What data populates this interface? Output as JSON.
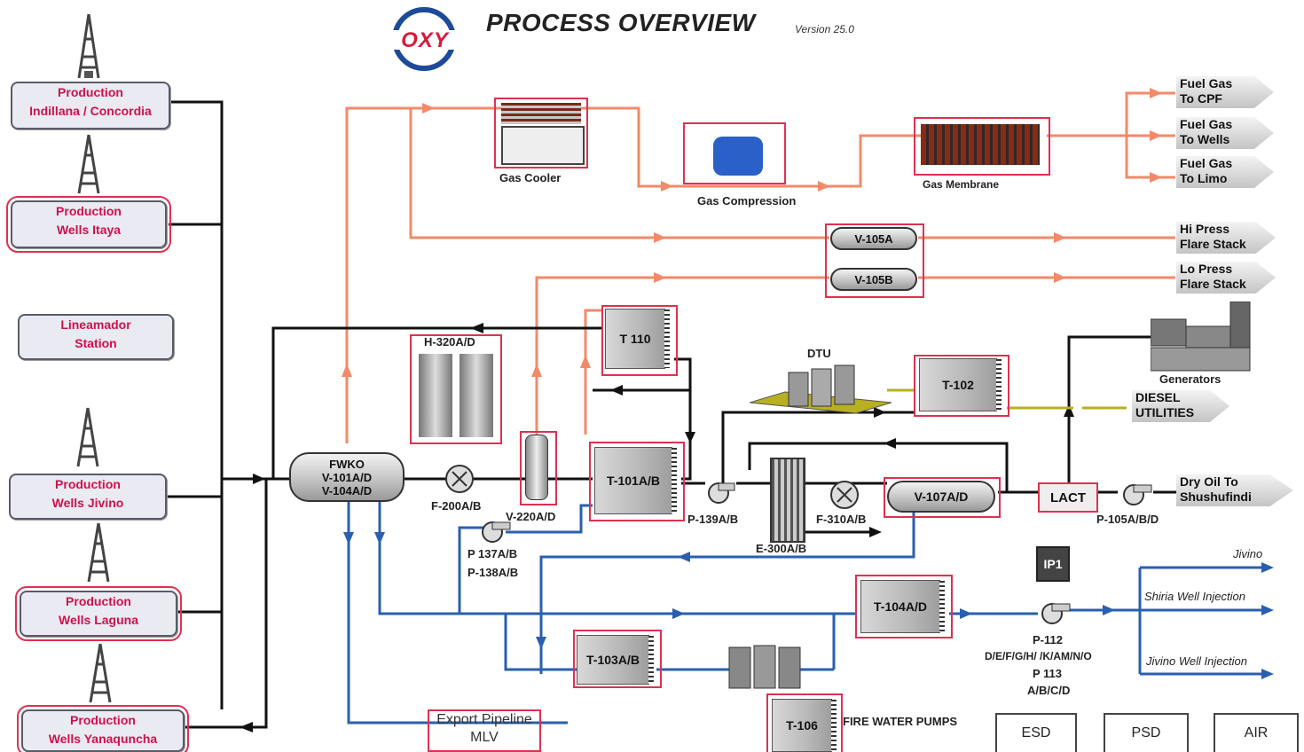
{
  "header": {
    "logo_text": "OXY",
    "title": "PROCESS OVERVIEW",
    "version": "Version 25.0"
  },
  "colors": {
    "gas_line": "#f28a6a",
    "oil_line": "#111111",
    "water_line": "#2a5fb0",
    "label_red": "#d0104c",
    "frame_red": "#e03050",
    "diesel_line": "#b8b020"
  },
  "production_sites": [
    {
      "line1": "Production",
      "line2": "Indillana / Concordia"
    },
    {
      "line1": "Production",
      "line2": "Wells Itaya"
    },
    {
      "line1": "Lineamador",
      "line2": "Station"
    },
    {
      "line1": "Production",
      "line2": "Wells Jivino"
    },
    {
      "line1": "Production",
      "line2": "Wells Laguna"
    },
    {
      "line1": "Production",
      "line2": "Wells Yanaquncha"
    }
  ],
  "equipment": {
    "gas_cooler": "Gas Cooler",
    "gas_compression": "Gas Compression",
    "gas_membrane": "Gas Membrane",
    "v105a": "V-105A",
    "v105b": "V-105B",
    "h320": "H-320A/D",
    "t110": "T 110",
    "dtu": "DTU",
    "t102": "T-102",
    "generators": "Generators",
    "fwko_1": "FWKO",
    "fwko_2": "V-101A/D",
    "fwko_3": "V-104A/D",
    "f200": "F-200A/B",
    "v220": "V-220A/D",
    "t101": "T-101A/B",
    "p139": "P-139A/B",
    "e300": "E-300A/B",
    "f310": "F-310A/B",
    "v107": "V-107A/D",
    "lact": "LACT",
    "p105": "P-105A/B/D",
    "p137": "P 137A/B",
    "p138": "P-138A/B",
    "t104": "T-104A/D",
    "p112_1": "P-112",
    "p112_2": "D/E/F/G/H/ /K/AM/N/O",
    "p113_1": "P 113",
    "p113_2": "A/B/C/D",
    "t103": "T-103A/B",
    "ip1": "IP1",
    "t106": "T-106",
    "fire_water": "FIRE WATER PUMPS"
  },
  "outputs": [
    {
      "line1": "Fuel Gas",
      "line2": "To CPF"
    },
    {
      "line1": "Fuel Gas",
      "line2": "To Wells"
    },
    {
      "line1": "Fuel Gas",
      "line2": "To Limo"
    },
    {
      "line1": "Hi Press",
      "line2": "Flare Stack"
    },
    {
      "line1": "Lo Press",
      "line2": "Flare Stack"
    },
    {
      "line1": "DIESEL",
      "line2": "UTILITIES"
    },
    {
      "line1": "Dry Oil To",
      "line2": "Shushufindi"
    }
  ],
  "water_outputs": [
    "Jivino",
    "Shiria Well Injection",
    "Jivino Well Injection"
  ],
  "export_pipeline": {
    "line1": "Export Pipeline",
    "line2": "MLV"
  },
  "buttons": [
    "ESD",
    "PSD",
    "AIR"
  ]
}
